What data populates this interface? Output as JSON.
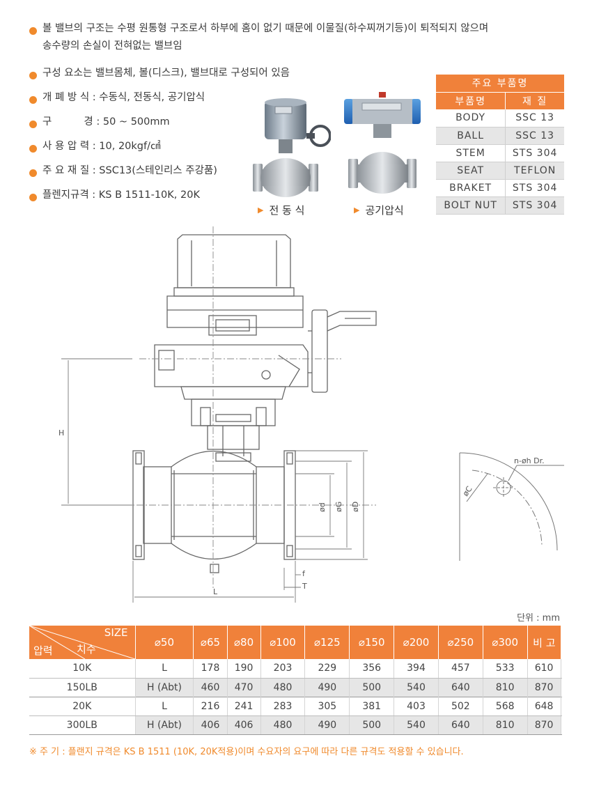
{
  "features": [
    {
      "text": "볼 밸브의 구조는 수평 원통형 구조로서 하부에 홈이 없기 때문에 이물질(하수찌꺼기등)이 퇴적되지 않으며",
      "text2": "송수량의 손실이 전혀없는 밸브임"
    },
    {
      "text": "구성 요소는 밸브몸체, 볼(디스크), 밸브대로 구성되어 있음"
    },
    {
      "text": "개 폐 방 식 : 수동식, 전동식, 공기압식"
    },
    {
      "text": "구          경 : 50 ~ 500mm"
    },
    {
      "text": "사 용 압 력 : 10, 20kgf/㎠"
    },
    {
      "text": "주 요 재 질 : SSC13(스테인리스 주강품)"
    },
    {
      "text": "플렌지규격 : KS B 1511-10K, 20K"
    }
  ],
  "photos": {
    "electric_caption": "전 동 식",
    "pneumatic_caption": "공기압식"
  },
  "parts_table": {
    "title": "주요 부품명",
    "headers": [
      "부품명",
      "재 질"
    ],
    "rows": [
      [
        "BODY",
        "SSC 13"
      ],
      [
        "BALL",
        "SSC 13"
      ],
      [
        "STEM",
        "STS 304"
      ],
      [
        "SEAT",
        "TEFLON"
      ],
      [
        "BRAKET",
        "STS 304"
      ],
      [
        "BOLT NUT",
        "STS 304"
      ]
    ]
  },
  "drawing": {
    "labels": {
      "H": "H",
      "L": "L",
      "d": "ød",
      "G": "øG",
      "D": "øD",
      "f": "f",
      "T": "T",
      "C": "øC",
      "holes": "n-øh Dr."
    }
  },
  "dims_table": {
    "unit": "단위 : mm",
    "corner_size": "SIZE",
    "corner_pressure": "압력",
    "corner_dimension": "치수",
    "sizes": [
      "⌀50",
      "⌀65",
      "⌀80",
      "⌀100",
      "⌀125",
      "⌀150",
      "⌀200",
      "⌀250",
      "⌀300"
    ],
    "remark": "비 고",
    "rows": [
      {
        "pressure": "10K",
        "dim": "L",
        "values": [
          "178",
          "190",
          "203",
          "229",
          "356",
          "394",
          "457",
          "533",
          "610"
        ]
      },
      {
        "pressure": "150LB",
        "dim": "H (Abt)",
        "values": [
          "460",
          "470",
          "480",
          "490",
          "500",
          "540",
          "640",
          "810",
          "870"
        ]
      },
      {
        "pressure": "20K",
        "dim": "L",
        "values": [
          "216",
          "241",
          "283",
          "305",
          "381",
          "403",
          "502",
          "568",
          "648"
        ]
      },
      {
        "pressure": "300LB",
        "dim": "H (Abt)",
        "values": [
          "406",
          "406",
          "480",
          "490",
          "500",
          "540",
          "640",
          "810",
          "870"
        ]
      }
    ]
  },
  "note": "※ 주 기 : 플랜지 규격은 KS B 1511 (10K, 20K적용)이며 수요자의 요구에 따라 다른 규격도 적용할 수 있습니다.",
  "colors": {
    "accent": "#f0813a",
    "bullet": "#f08a2c",
    "row_alt": "#e6e6e6"
  }
}
